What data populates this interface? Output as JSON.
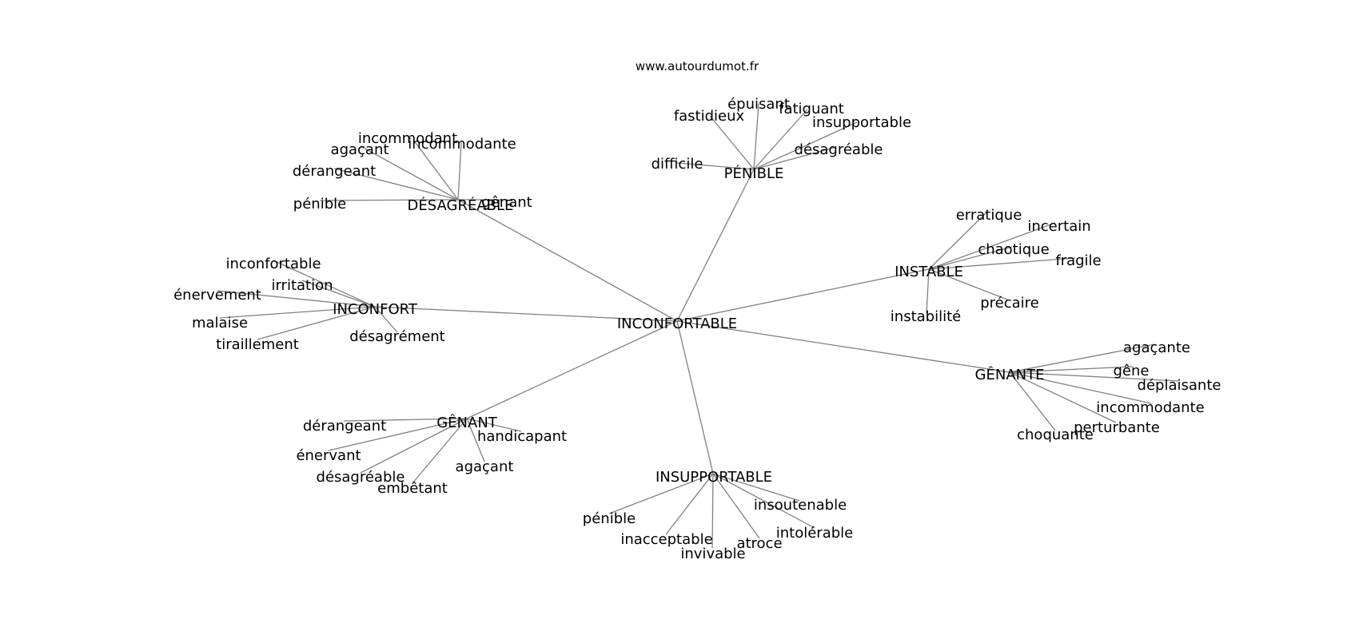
{
  "site_label": "www.autourdumot.fr",
  "colors": {
    "edge": "#808080",
    "text": "#000000",
    "background": "#ffffff"
  },
  "graph": {
    "center": {
      "id": "c",
      "label": "INCONFORTABLE"
    },
    "hubs": [
      {
        "id": "penible",
        "label": "PÉNIBLE",
        "leaves": [
          "fastidieux",
          "épuisant",
          "fatiguant",
          "insupportable",
          "désagréable",
          "difficile"
        ]
      },
      {
        "id": "desagreable",
        "label": "DÉSAGRÉABLE",
        "leaves": [
          "incommodant",
          "incommodante",
          "agaçant",
          "dérangeant",
          "pénible",
          "gênant"
        ]
      },
      {
        "id": "instable",
        "label": "INSTABLE",
        "leaves": [
          "erratique",
          "incertain",
          "chaotique",
          "fragile",
          "précaire",
          "instabilité"
        ]
      },
      {
        "id": "inconfort",
        "label": "INCONFORT",
        "leaves": [
          "inconfortable",
          "irritation",
          "énervement",
          "malaise",
          "tiraillement",
          "désagrément"
        ]
      },
      {
        "id": "genante",
        "label": "GÊNANTE",
        "leaves": [
          "agaçante",
          "gêne",
          "déplaisante",
          "incommodante",
          "perturbante",
          "choquante"
        ]
      },
      {
        "id": "genant",
        "label": "GÊNANT",
        "leaves": [
          "dérangeant",
          "handicapant",
          "énervant",
          "désagréable",
          "embêtant",
          "agaçant"
        ]
      },
      {
        "id": "insupportable",
        "label": "INSUPPORTABLE",
        "leaves": [
          "pénible",
          "insoutenable",
          "intolérable",
          "inacceptable",
          "atroce",
          "invivable"
        ]
      }
    ]
  }
}
